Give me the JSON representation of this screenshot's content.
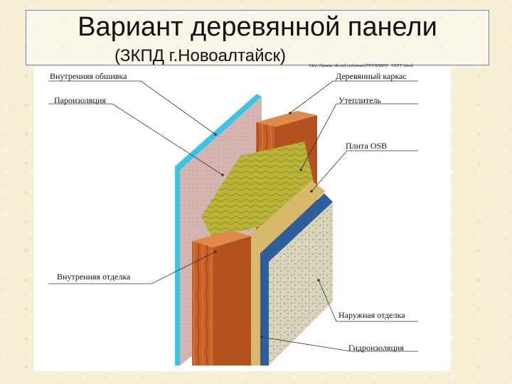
{
  "title": "Вариант деревянной панели",
  "subtitle": "(ЗКПД г.Новоалтайск)",
  "url": "http://www.zk-pd.ru/news/20100602_1027.html",
  "labels": {
    "inner_sheathing": "Внутренняя обшивка",
    "vapor_barrier": "Пароизоляция",
    "inner_finish": "Внутренняя отделка",
    "wood_frame": "Деревянный каркас",
    "insulation": "Утеплитель",
    "osb": "Плита OSB",
    "outer_finish": "Наружная отделка",
    "waterproofing": "Гидроизоляция"
  },
  "colors": {
    "frame_wood": "#c8602a",
    "insulation": "#b9b53a",
    "osb": "#d8b86a",
    "waterproofing": "#2f5f9a",
    "outer_finish": "#d8d3b8",
    "inner_sheathing": "#d6b4b0",
    "vapor_barrier": "#39c6e6"
  }
}
